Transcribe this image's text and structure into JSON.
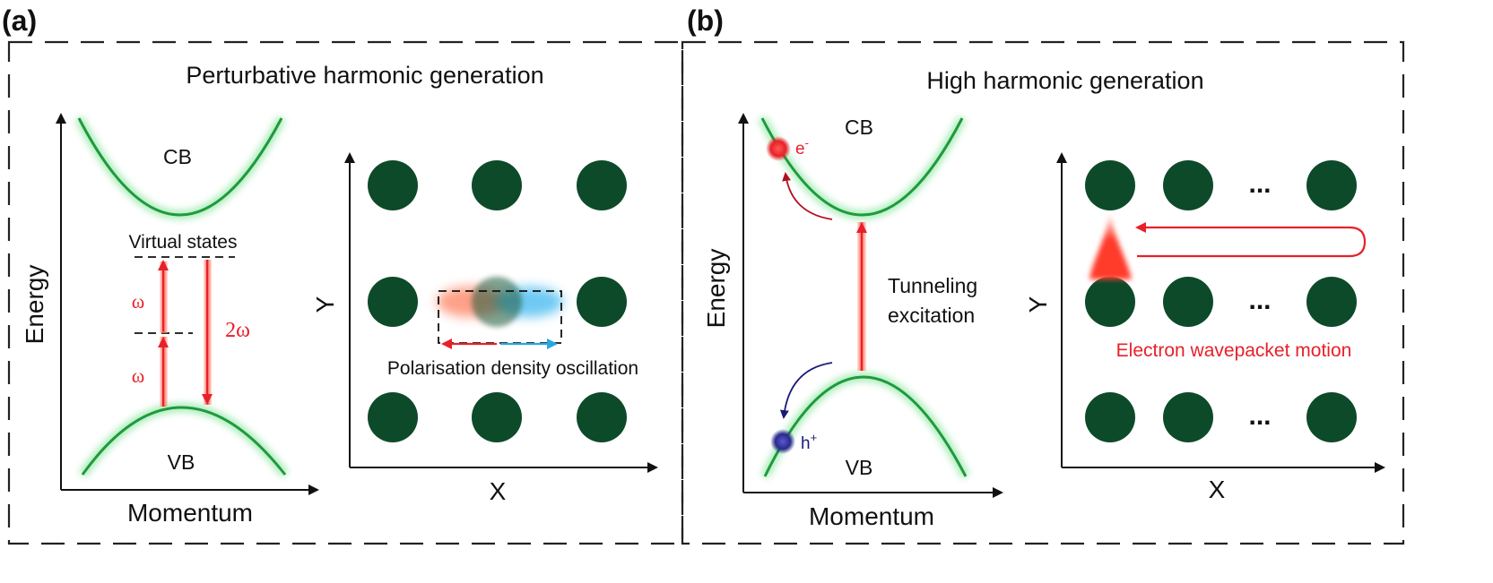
{
  "panel_a": {
    "label": "(a)",
    "title": "Perturbative harmonic generation",
    "band": {
      "y_axis": "Energy",
      "x_axis": "Momentum",
      "cb": "CB",
      "vb": "VB",
      "virtual_states": "Virtual states",
      "omega_upper": "ω",
      "omega_lower": "ω",
      "two_omega": "2ω"
    },
    "lattice": {
      "y_axis": "Y",
      "x_axis": "X",
      "caption": "Polarisation density oscillation"
    }
  },
  "panel_b": {
    "label": "(b)",
    "title": "High harmonic generation",
    "band": {
      "y_axis": "Energy",
      "x_axis": "Momentum",
      "cb": "CB",
      "vb": "VB",
      "electron": "e",
      "electron_sup": "-",
      "hole": "h",
      "hole_sup": "+",
      "excitation_line1": "Tunneling",
      "excitation_line2": "excitation"
    },
    "lattice": {
      "y_axis": "Y",
      "x_axis": "X",
      "ellipsis": "...",
      "caption": "Electron wavepacket motion"
    }
  },
  "colors": {
    "band_curve": "#1f9a3c",
    "atom": "#0d4a2a",
    "arrow_red": "#e8202a",
    "arrow_blue": "#2aa6e0",
    "hole": "#2a2a8c",
    "axis": "#111111"
  }
}
